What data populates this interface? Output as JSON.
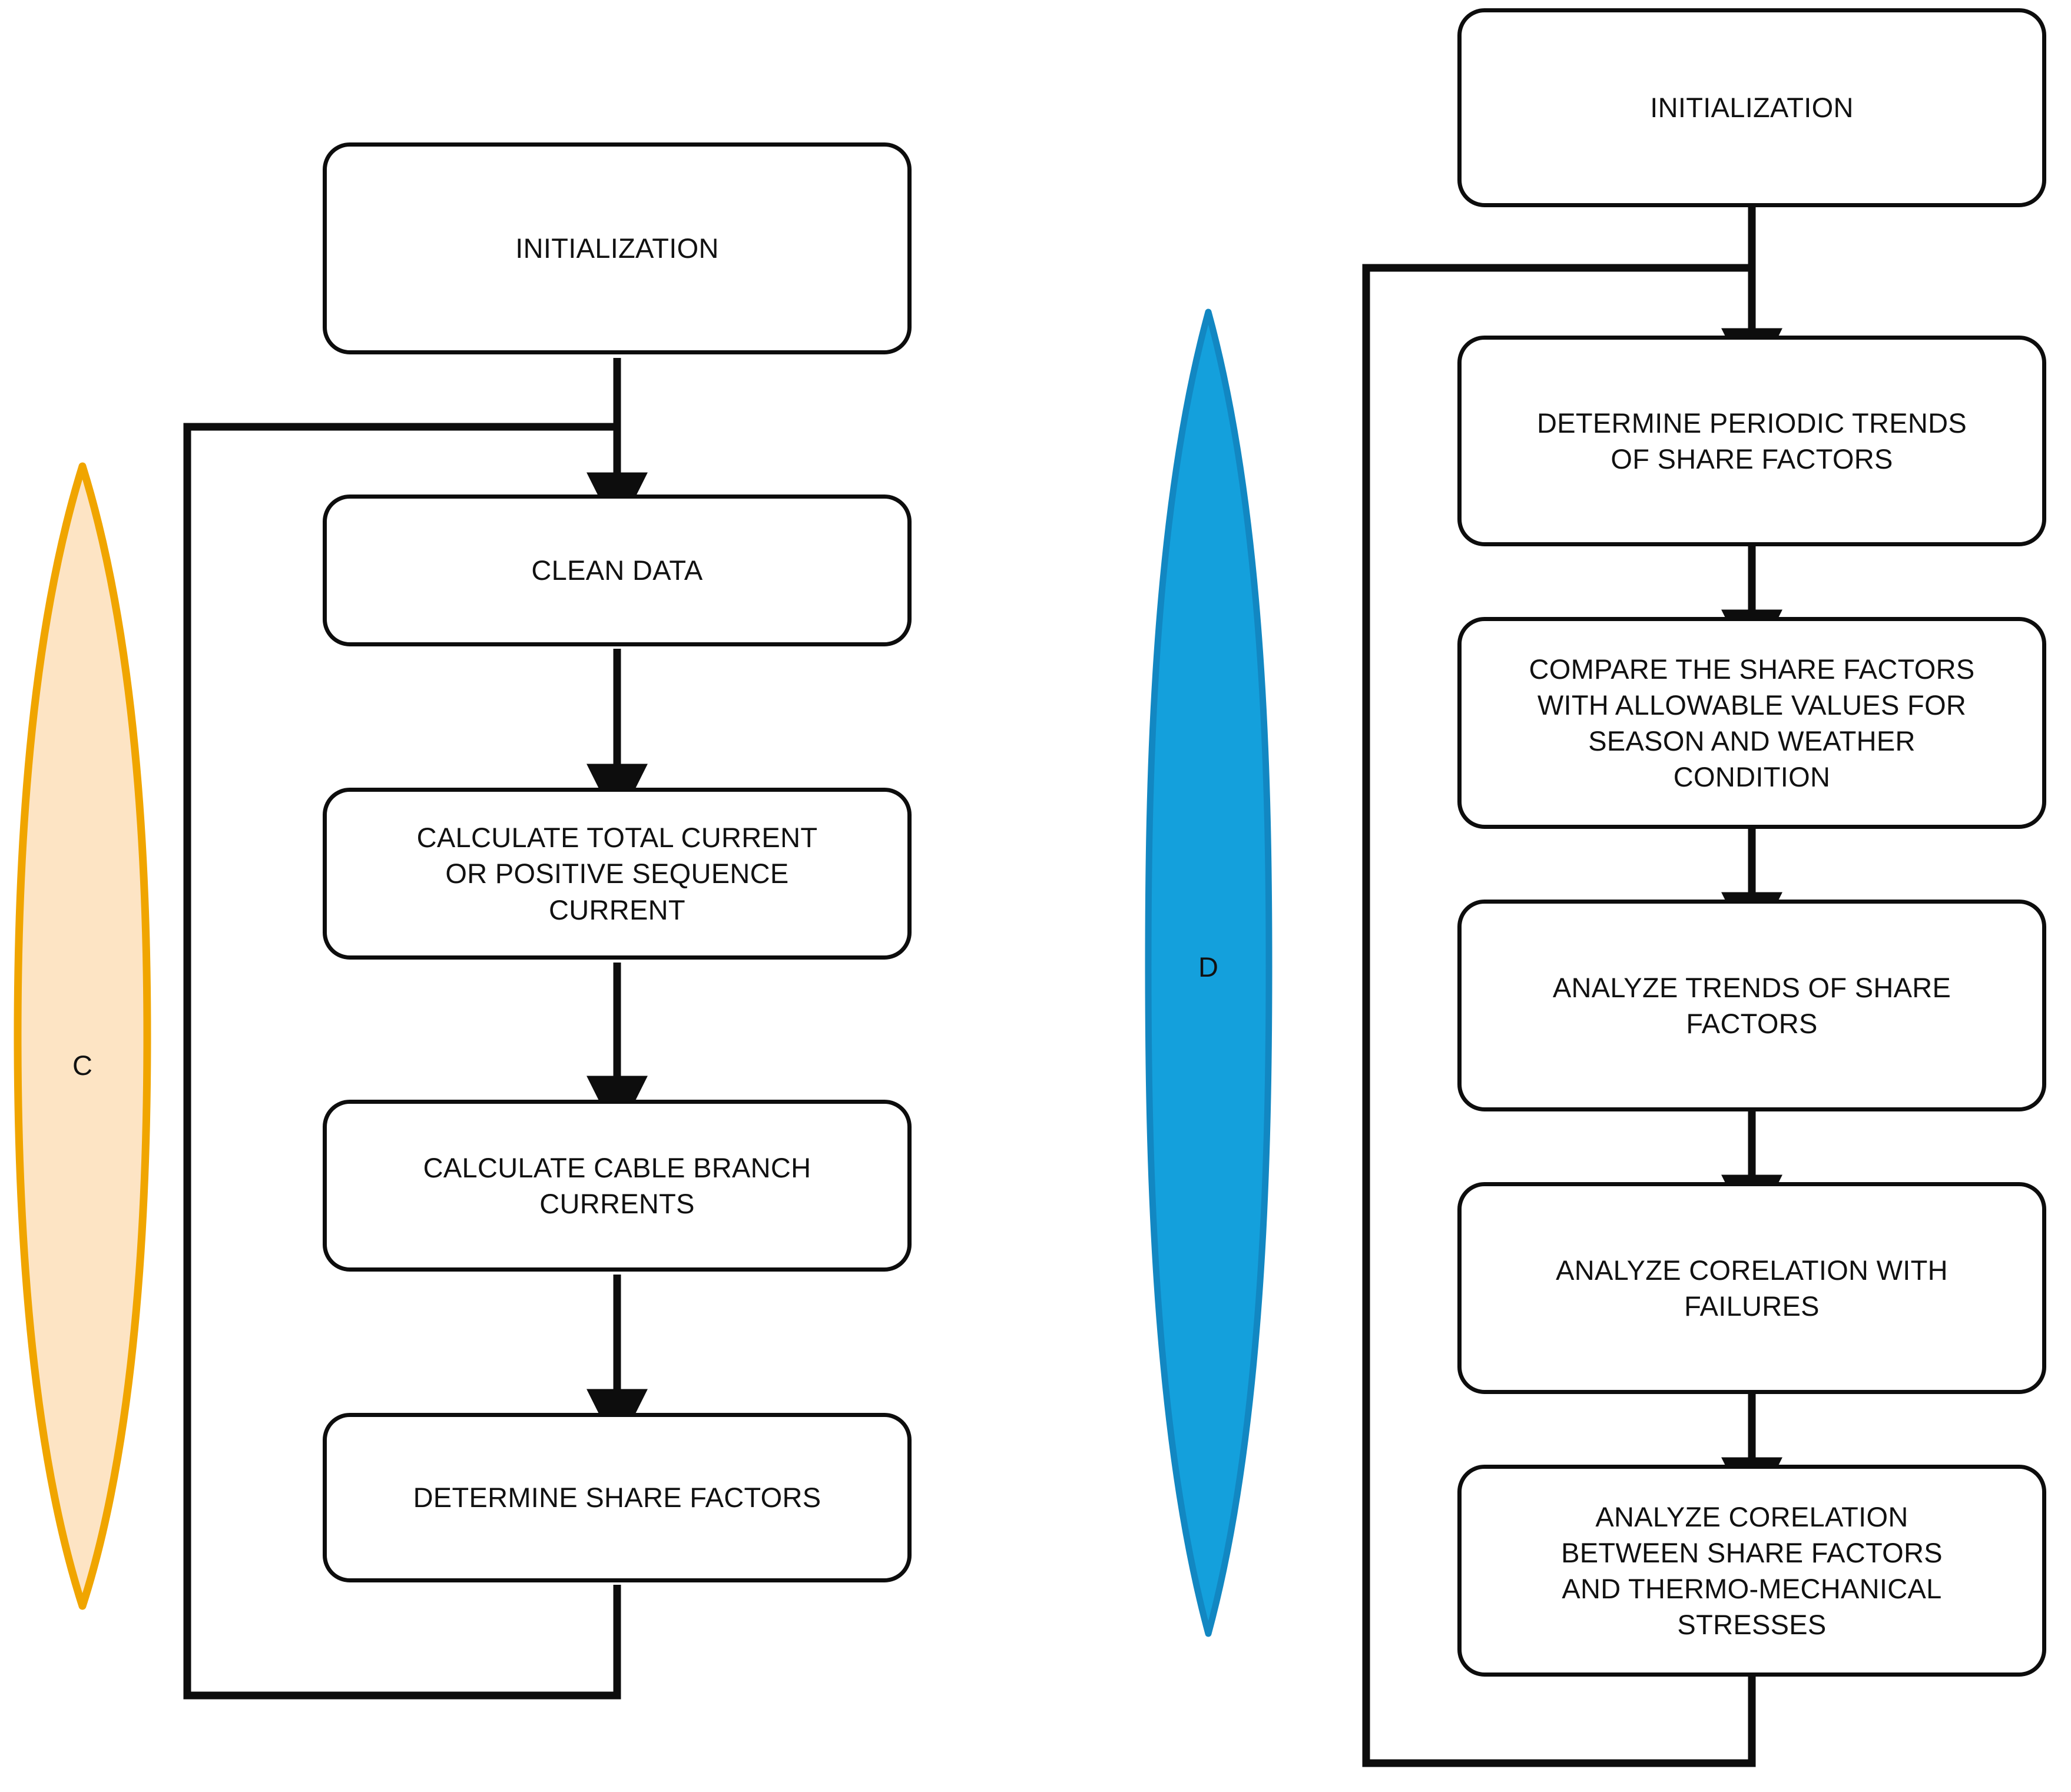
{
  "diagram": {
    "title_visible": false,
    "background": "#ffffff",
    "line_color": "#0d0d0d",
    "panels": [
      {
        "id": "C",
        "lens_label": "C",
        "lens_fill": "#FDE4C4",
        "lens_stroke": "#F0A500",
        "nodes": [
          {
            "id": "c1",
            "label": "INITIALIZATION"
          },
          {
            "id": "c2",
            "label": "CLEAN DATA"
          },
          {
            "id": "c3",
            "label": "CALCULATE TOTAL CURRENT\nOR POSITIVE SEQUENCE\nCURRENT"
          },
          {
            "id": "c4",
            "label": "CALCULATE CABLE BRANCH\nCURRENTS"
          },
          {
            "id": "c5",
            "label": "DETERMINE SHARE FACTORS"
          }
        ],
        "feedback_from": "c5",
        "feedback_to": "c2"
      },
      {
        "id": "D",
        "lens_label": "D",
        "lens_fill": "#14A0DC",
        "lens_stroke": "#1287C2",
        "nodes": [
          {
            "id": "d1",
            "label": "INITIALIZATION"
          },
          {
            "id": "d2",
            "label": "DETERMINE PERIODIC TRENDS\nOF SHARE FACTORS"
          },
          {
            "id": "d3",
            "label": "COMPARE THE SHARE FACTORS\nWITH ALLOWABLE VALUES FOR\nSEASON AND WEATHER\nCONDITION"
          },
          {
            "id": "d4",
            "label": "ANALYZE TRENDS OF SHARE\nFACTORS"
          },
          {
            "id": "d5",
            "label": "ANALYZE CORELATION WITH\nFAILURES"
          },
          {
            "id": "d6",
            "label": "ANALYZE CORELATION\nBETWEEN SHARE FACTORS\nAND THERMO-MECHANICAL\nSTRESSES"
          }
        ],
        "feedback_from": "d6",
        "feedback_to": "d2"
      }
    ]
  }
}
